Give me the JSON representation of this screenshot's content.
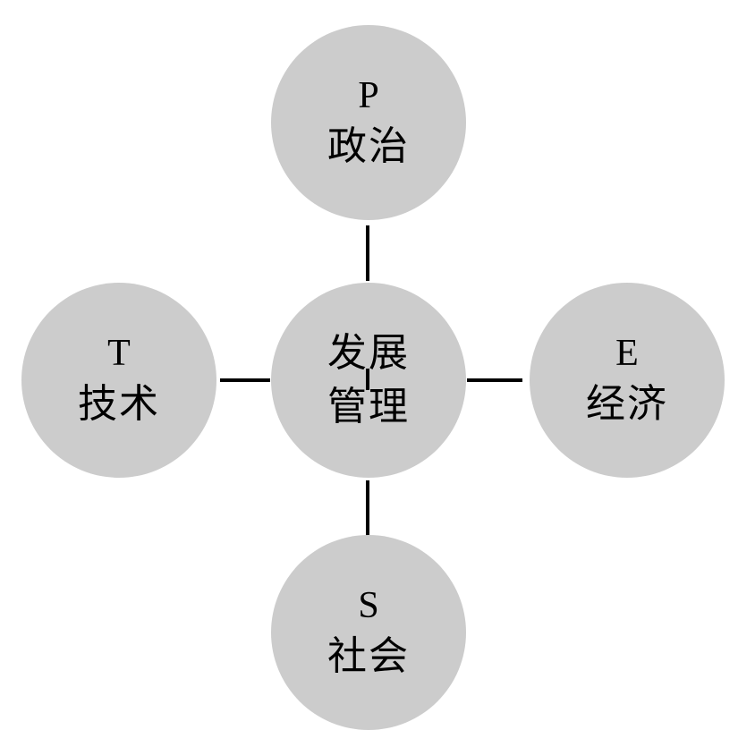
{
  "center": {
    "line1": "发展",
    "line2": "管理"
  },
  "nodes": {
    "top": {
      "letter": "P",
      "word": "政治"
    },
    "left": {
      "letter": "T",
      "word": "技术"
    },
    "right": {
      "letter": "E",
      "word": "经济"
    },
    "bottom": {
      "letter": "S",
      "word": "社会"
    }
  },
  "colors": {
    "node_fill": "#cccccc",
    "connector": "#000000",
    "text": "#000000",
    "background": "#ffffff"
  }
}
